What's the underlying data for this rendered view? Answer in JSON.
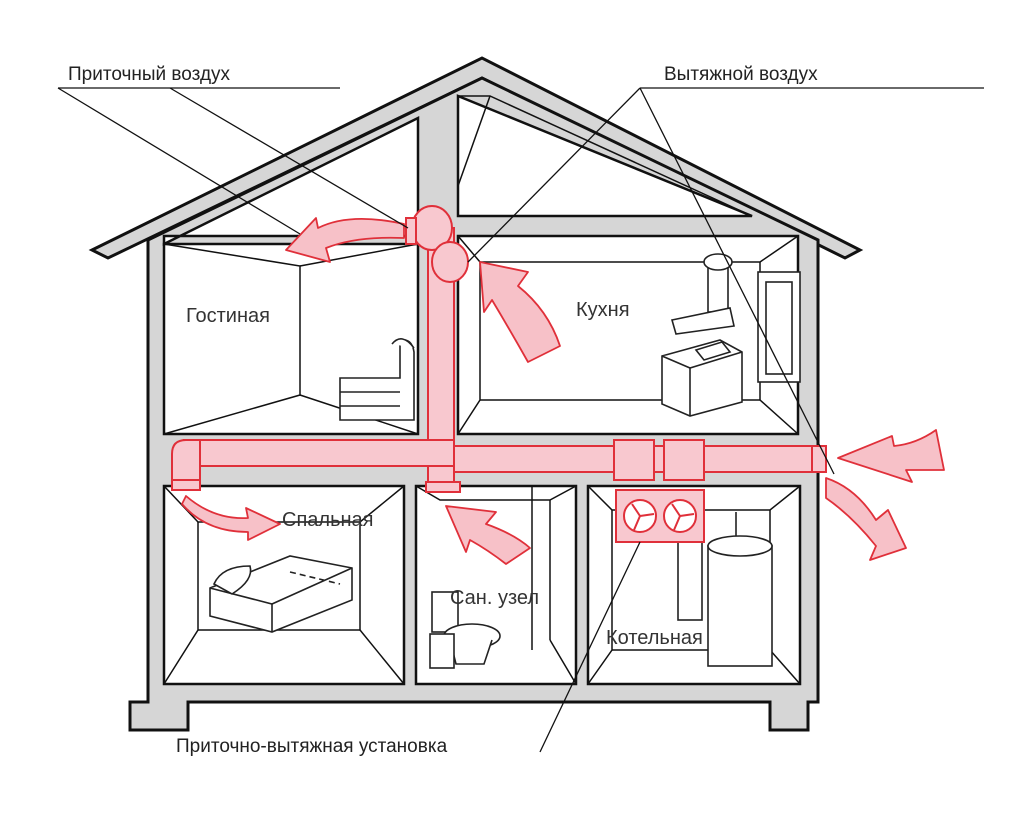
{
  "labels": {
    "supply_air": "Приточный воздух",
    "exhaust_air": "Вытяжной воздух",
    "ahu": "Приточно-вытяжная установка"
  },
  "rooms": {
    "living_room": "Гостиная",
    "kitchen": "Кухня",
    "bedroom": "Спальная",
    "bathroom": "Сан. узел",
    "boiler_room": "Котельная"
  },
  "colors": {
    "duct_fill": "#f8c8cf",
    "duct_stroke": "#e0303a",
    "wall": "#d6d6d6"
  }
}
